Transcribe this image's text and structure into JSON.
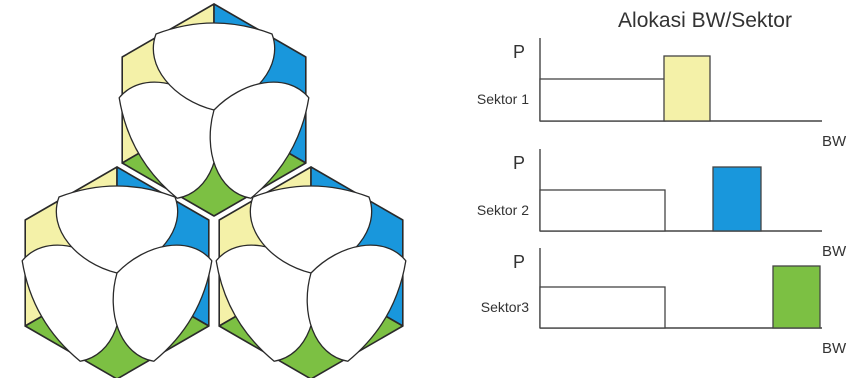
{
  "diagram": {
    "cells": [
      {
        "id": "top"
      },
      {
        "id": "bottom-left"
      },
      {
        "id": "bottom-right"
      }
    ],
    "colors": {
      "yellow": "#f4f1a8",
      "blue": "#1997dc",
      "green": "#7cc043",
      "petal": "#ffffff",
      "stroke": "#2a2a2a"
    }
  },
  "allocation": {
    "title": "Alokasi BW/Sektor",
    "axis_p": "P",
    "axis_bw": "BW",
    "sectors": [
      {
        "label": "Sektor 1",
        "color": "#f4f1a8",
        "position": 1
      },
      {
        "label": "Sektor 2",
        "color": "#1997dc",
        "position": 2
      },
      {
        "label": "Sektor3",
        "color": "#7cc043",
        "position": 3
      }
    ]
  }
}
